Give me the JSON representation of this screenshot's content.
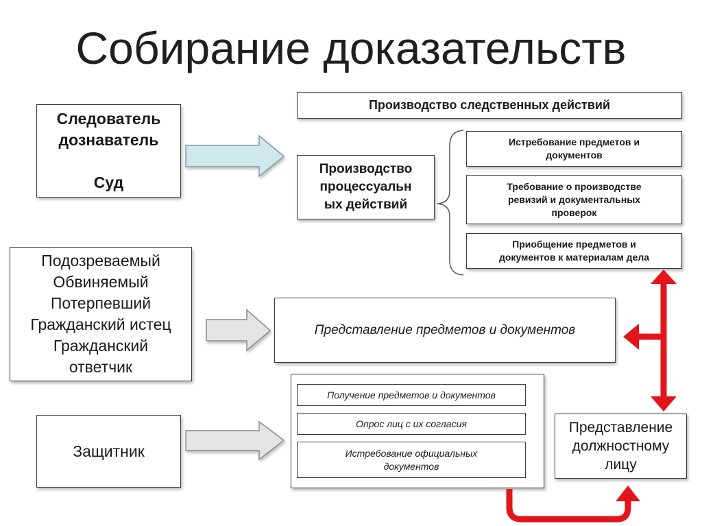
{
  "title": "Собирание доказательств",
  "actors": {
    "investigator": "Следователь\nдознаватель\n\nСуд",
    "participants": "Подозреваемый\nОбвиняемый\nПотерпевший\nГражданский истец\nГражданский\nответчик",
    "defender": "Защитник"
  },
  "investigative_actions": "Производство следственных действий",
  "procedural_actions": "Производство\nпроцессуальн\nых действий",
  "procedural_items": [
    "Истребование предметов и\nдокументов",
    "Требование о производстве\nревизий и документальных\nпроверок",
    "Приобщение предметов и\nдокументов к материалам дела"
  ],
  "presentation": "Представление предметов и документов",
  "defender_items": [
    "Получение  предметов  и документов",
    "Опрос лиц с их согласия",
    "Истребование  официальных\nдокументов"
  ],
  "official_presentation": "Представление\nдолжностному\nлицу",
  "colors": {
    "red_arrow": "#e3151b",
    "blue_arrow": "#cfe8ec",
    "gray_arrow": "#e4e4e4"
  }
}
